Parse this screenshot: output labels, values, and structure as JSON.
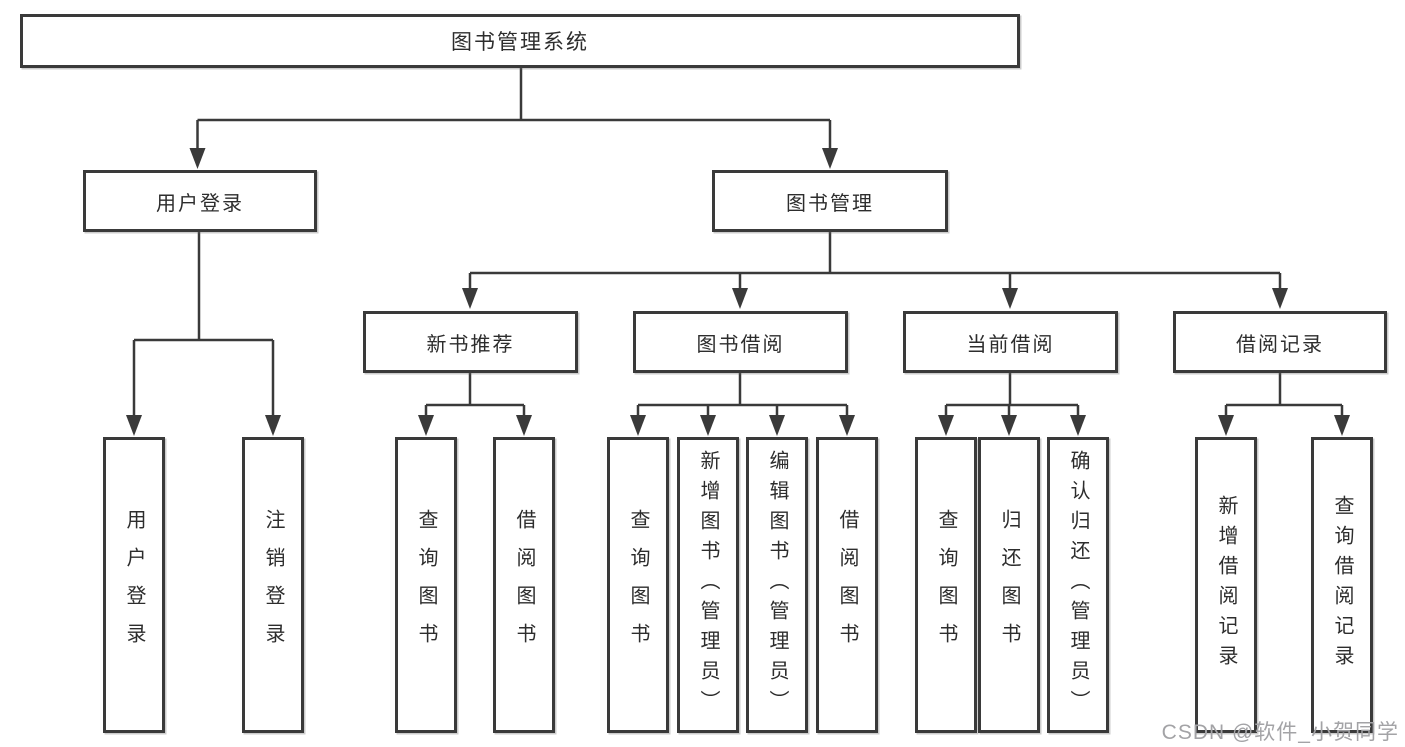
{
  "diagram": {
    "type": "tree",
    "root": "图书管理系统",
    "user_login": {
      "label": "用户登录",
      "children": [
        "用户登录",
        "注销登录"
      ]
    },
    "book_management": {
      "label": "图书管理",
      "sections": {
        "new_books": {
          "label": "新书推荐",
          "children": [
            "查询图书",
            "借阅图书"
          ]
        },
        "book_borrow": {
          "label": "图书借阅",
          "children": [
            "查询图书",
            "新增图书（管理员）",
            "编辑图书（管理员）",
            "借阅图书"
          ]
        },
        "current_borrow": {
          "label": "当前借阅",
          "children": [
            "查询图书",
            "归还图书",
            "确认归还（管理员）"
          ]
        },
        "borrow_records": {
          "label": "借阅记录",
          "children": [
            "新增借阅记录",
            "查询借阅记录"
          ]
        }
      }
    }
  },
  "watermark": {
    "text": "CSDN @软件_小贺同学"
  },
  "colors": {
    "line": "#3a3a3a",
    "box_border": "#3a3a3a",
    "box_bg": "#ffffff",
    "text": "#2d2d2d",
    "watermark": "#a3a3a6"
  }
}
